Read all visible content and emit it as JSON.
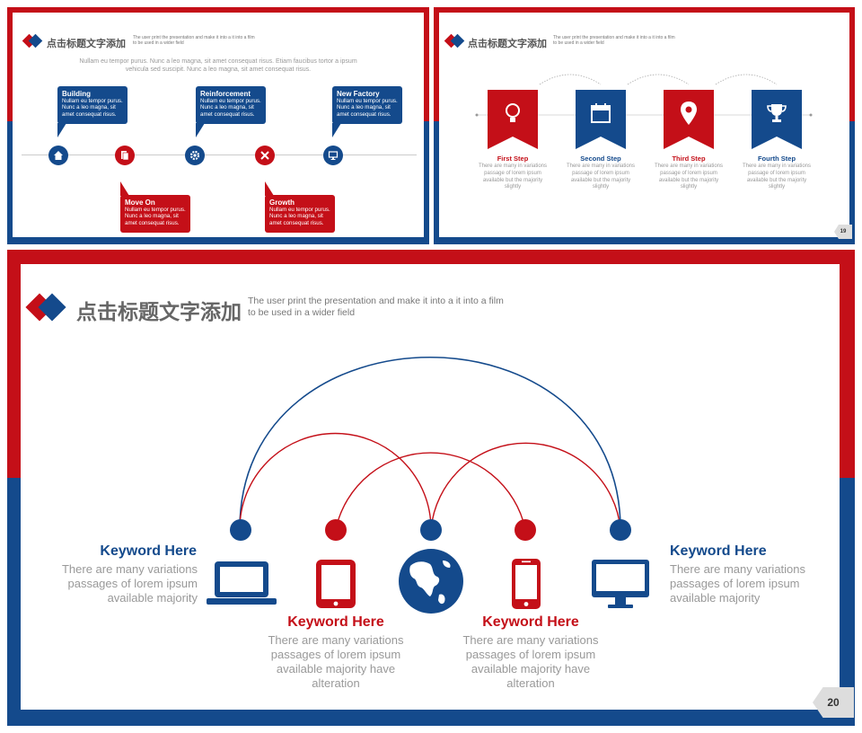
{
  "colors": {
    "red": "#c40f18",
    "blue": "#144a8c",
    "grey": "#999999"
  },
  "header": {
    "title": "点击标题文字添加",
    "subtitle_line1": "The user print the presentation and make it into a it into a film",
    "subtitle_line2": "to be used in a wider field"
  },
  "slide_a": {
    "intro_line1": "Nullam eu tempor purus. Nunc a leo magna, sit amet consequat risus. Etiam faucibus tortor a ipsum",
    "intro_line2": "vehicula sed suscipit. Nunc a leo magna, sit amet consequat risus.",
    "items": [
      {
        "title": "Building",
        "body": "Nullam eu tempor purus. Nunc a leo magna, sit amet consequat risus.",
        "icon": "home-icon",
        "color": "blue"
      },
      {
        "title": "Move On",
        "body": "Nullam eu tempor purus. Nunc a leo magna, sit amet consequat risus.",
        "icon": "document-icon",
        "color": "red"
      },
      {
        "title": "Reinforcement",
        "body": "Nullam eu tempor purus. Nunc a leo magna, sit amet consequat risus.",
        "icon": "gear-icon",
        "color": "blue"
      },
      {
        "title": "Growth",
        "body": "Nullam eu tempor purus. Nunc a leo magna, sit amet consequat risus.",
        "icon": "tools-icon",
        "color": "red"
      },
      {
        "title": "New Factory",
        "body": "Nullam eu tempor purus. Nunc a leo magna, sit amet consequat risus.",
        "icon": "monitor-icon",
        "color": "blue"
      }
    ]
  },
  "slide_b": {
    "page": "19",
    "steps": [
      {
        "title": "First Step",
        "body": "There are many  in variations passage of lorem ipsum available but the majority slightly",
        "icon": "lightbulb-icon",
        "color": "red"
      },
      {
        "title": "Second Step",
        "body": "There are many  in variations passage of lorem ipsum available but the majority slightly",
        "icon": "calendar-icon",
        "color": "blue"
      },
      {
        "title": "Third Step",
        "body": "There are many  in variations passage of lorem ipsum available but the majority slightly",
        "icon": "map-pin-icon",
        "color": "red"
      },
      {
        "title": "Fourth Step",
        "body": "There are many  in variations passage of lorem ipsum available but the majority slightly",
        "icon": "trophy-icon",
        "color": "blue"
      }
    ]
  },
  "slide_c": {
    "page": "20",
    "keywords": [
      {
        "title": "Keyword Here",
        "body": "There are many variations passages of lorem ipsum available  majority",
        "device": "laptop-icon",
        "color": "blue"
      },
      {
        "title": "Keyword Here",
        "body": "There are many variations passages of lorem ipsum available  majority have alteration",
        "device": "tablet-icon",
        "color": "red"
      },
      {
        "title": "Keyword Here",
        "body": "There are many variations passages of lorem ipsum available  majority have alteration",
        "device": "phone-icon",
        "color": "red"
      },
      {
        "title": "Keyword Here",
        "body": "There are many variations passages of lorem ipsum available  majority",
        "device": "desktop-monitor-icon",
        "color": "blue"
      }
    ],
    "center_icon": "globe-icon"
  }
}
